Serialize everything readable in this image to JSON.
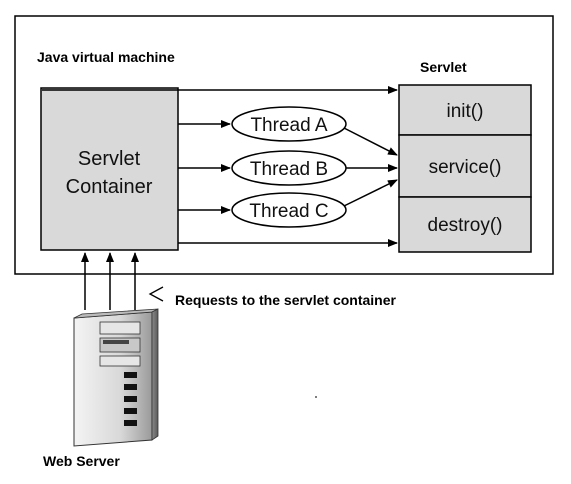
{
  "jvm": {
    "label": "Java virtual machine"
  },
  "container": {
    "line1": "Servlet",
    "line2": "Container"
  },
  "servlet": {
    "label": "Servlet",
    "methods": [
      "init()",
      "service()",
      "destroy()"
    ]
  },
  "threads": [
    "Thread A",
    "Thread B",
    "Thread C"
  ],
  "requests_label": "Requests to the servlet container",
  "web_server_label": "Web Server",
  "colors": {
    "box_fill": "#d9d9d9",
    "stroke": "#000000"
  }
}
